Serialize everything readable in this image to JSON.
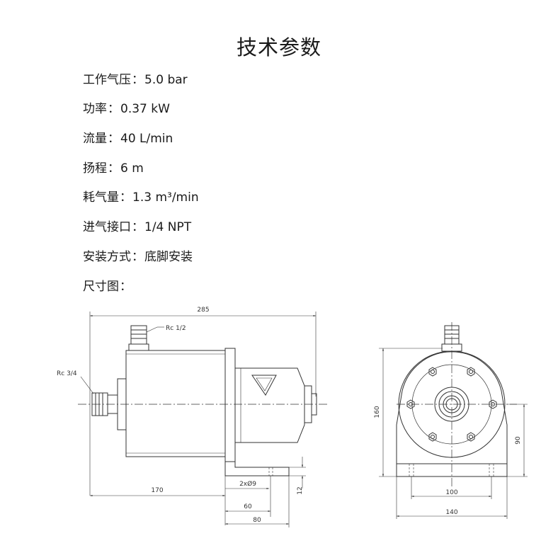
{
  "title": "技术参数",
  "specs": [
    {
      "label": "工作气压",
      "value": "5.0 bar"
    },
    {
      "label": "功率",
      "value": "0.37 kW"
    },
    {
      "label": "流量",
      "value": "40 L/min"
    },
    {
      "label": "扬程",
      "value": "6 m"
    },
    {
      "label": "耗气量",
      "value": "1.3 m³/min"
    },
    {
      "label": "进气接口",
      "value": "1/4 NPT"
    },
    {
      "label": "安装方式",
      "value": "底脚安装"
    },
    {
      "label": "尺寸图",
      "value": ""
    }
  ],
  "separator": "：",
  "drawing": {
    "dim_overall_length": "285",
    "dim_port_top": "Rc 1/2",
    "dim_port_side": "Rc 3/4",
    "dim_body_length": "170",
    "dim_holes": "2xØ9",
    "dim_foot_height": "12",
    "dim_hole_spacing": "60",
    "dim_foot_length": "80",
    "dim_height": "160",
    "dim_center_height": "90",
    "dim_base_holes": "100",
    "dim_base_width": "140"
  }
}
